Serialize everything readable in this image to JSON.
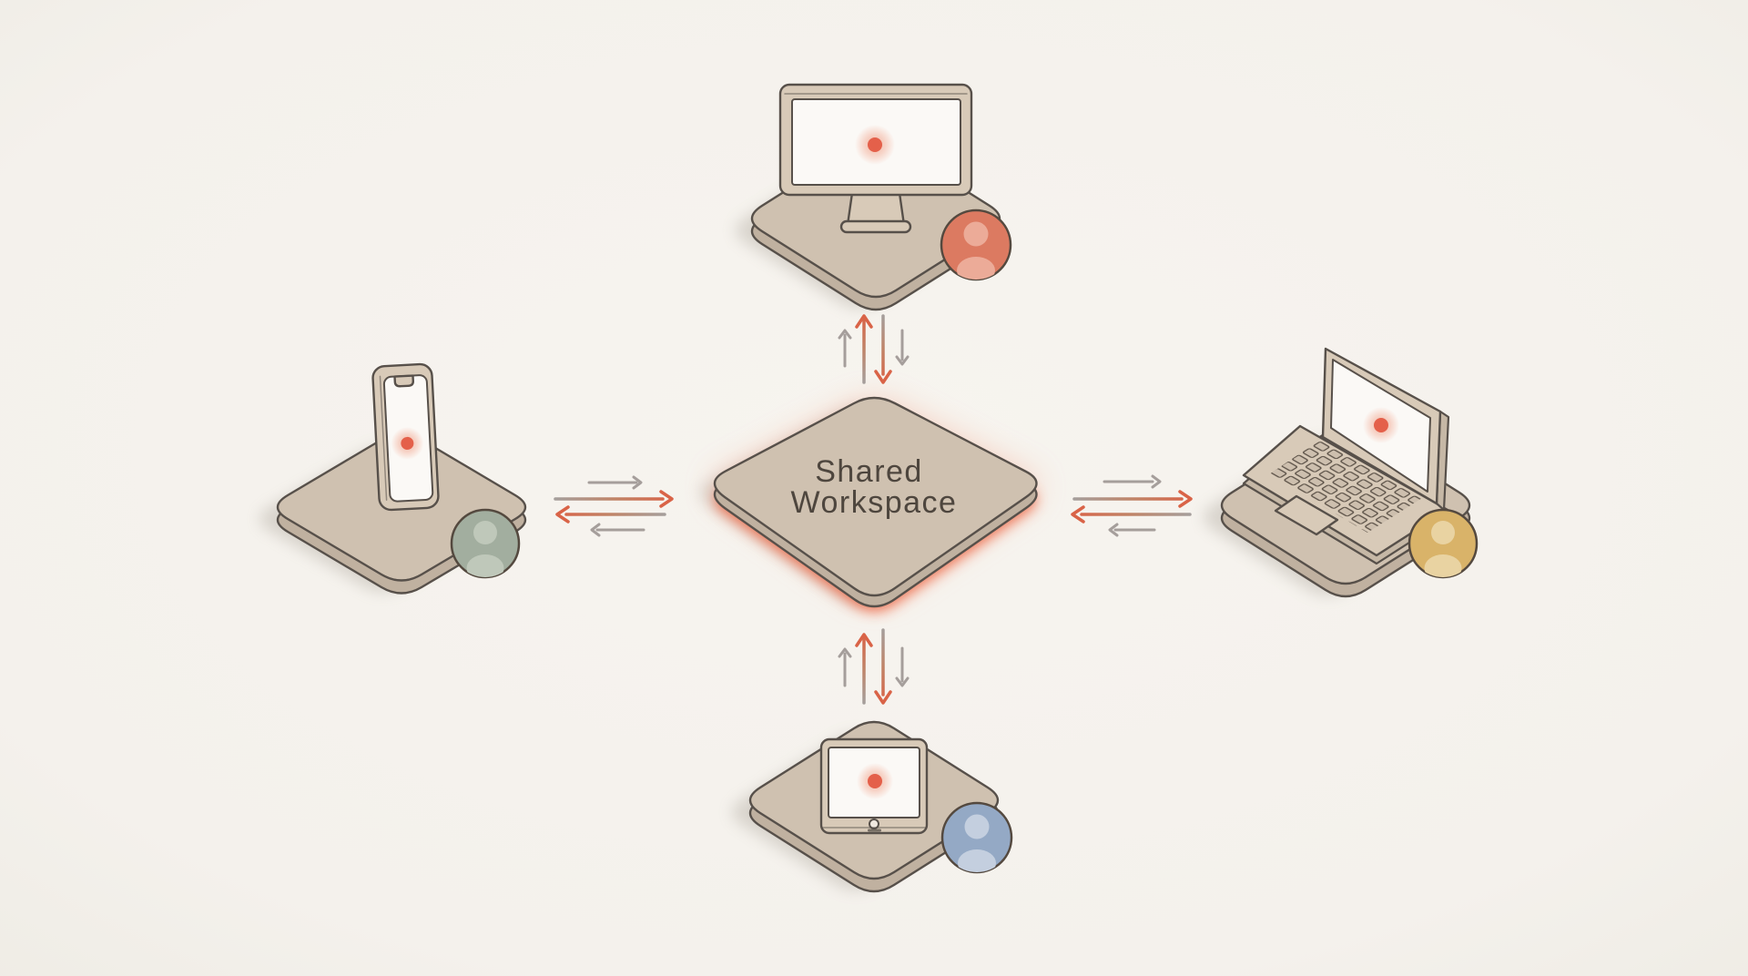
{
  "illustration": {
    "name": "shared-workspace-sync-diagram",
    "center": {
      "label_line1": "Shared",
      "label_line2": "Workspace",
      "label_color": "#4e463e",
      "glow_color": "#ee6a48"
    },
    "nodes": [
      {
        "id": "desktop",
        "device": "desktop-monitor",
        "position": "top",
        "avatar_color": "#dc7a61",
        "avatar_figure_color": "#ecab98"
      },
      {
        "id": "phone",
        "device": "smartphone",
        "position": "left",
        "avatar_color": "#a2ae9f",
        "avatar_figure_color": "#bfc8ba"
      },
      {
        "id": "laptop",
        "device": "laptop",
        "position": "right",
        "avatar_color": "#d9b369",
        "avatar_figure_color": "#e9d3a2"
      },
      {
        "id": "tablet",
        "device": "tablet",
        "position": "bottom",
        "avatar_color": "#94a9c5",
        "avatar_figure_color": "#c4cfdf"
      }
    ],
    "arrows": {
      "top": [
        "up-small-gray",
        "up-large-orange",
        "down-large-orange",
        "down-small-gray"
      ],
      "bottom": [
        "up-small-gray",
        "up-large-orange",
        "down-large-orange",
        "down-small-gray"
      ],
      "left": [
        "right-small-gray",
        "right-large-orange",
        "left-large-orange",
        "left-small-gray"
      ],
      "right": [
        "right-small-gray",
        "right-large-orange",
        "left-large-orange",
        "left-small-gray"
      ]
    },
    "palette": {
      "background": "#f5f2ed",
      "platform_top": "#cfc1b0",
      "platform_side": "#c0b1a0",
      "device_body": "#d8cab8",
      "outline": "#57504a",
      "screen": "#fbf9f6",
      "activity_dot": "#e4604a",
      "arrow_gray": "#a59e9b",
      "arrow_orange": "#d96347",
      "shadow": "#8e8578"
    }
  }
}
